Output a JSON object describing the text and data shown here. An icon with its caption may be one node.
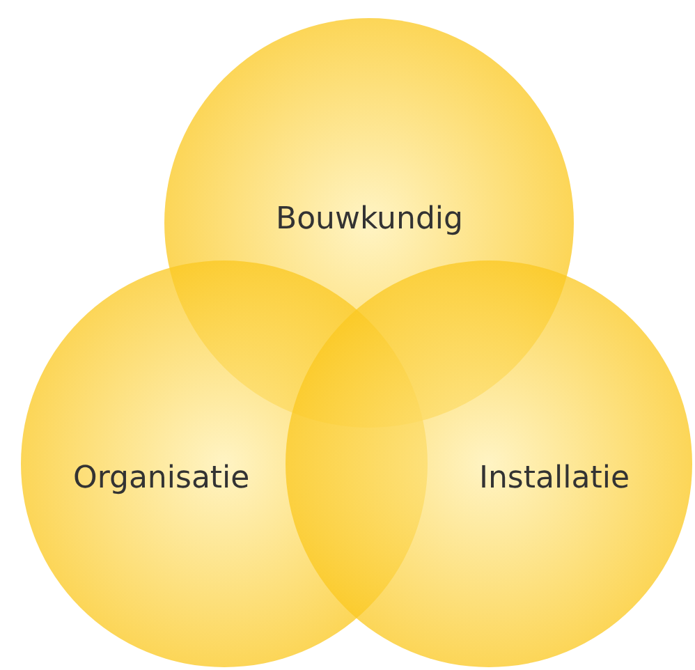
{
  "diagram": {
    "nodes": [
      {
        "text": [
          "Bouwkundig"
        ]
      },
      {
        "text": [
          "Organisatie"
        ]
      },
      {
        "text": [
          "Installatie"
        ]
      }
    ],
    "edges": []
  }
}
